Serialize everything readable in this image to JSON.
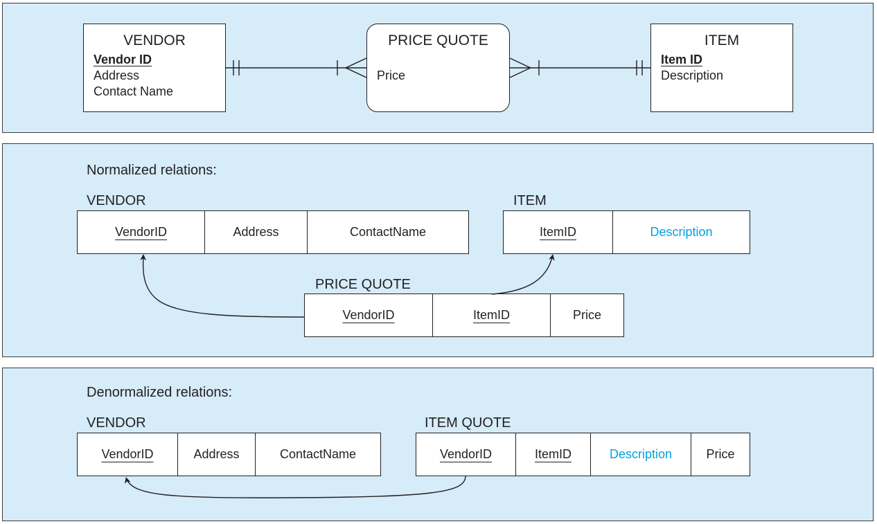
{
  "er_diagram": {
    "entities": {
      "vendor": {
        "name": "VENDOR",
        "attributes": [
          "Vendor ID",
          "Address",
          "Contact Name"
        ]
      },
      "price_quote": {
        "name": "PRICE QUOTE",
        "attributes": [
          "Price"
        ]
      },
      "item": {
        "name": "ITEM",
        "attributes": [
          "Item ID",
          "Description"
        ]
      }
    }
  },
  "normalized": {
    "label": "Normalized relations:",
    "vendor": {
      "name": "VENDOR",
      "attributes": [
        "VendorID",
        "Address",
        "ContactName"
      ]
    },
    "item": {
      "name": "ITEM",
      "attributes": [
        "ItemID",
        "Description"
      ]
    },
    "price_quote": {
      "name": "PRICE QUOTE",
      "attributes": [
        "VendorID",
        "ItemID",
        "Price"
      ]
    }
  },
  "denormalized": {
    "label": "Denormalized relations:",
    "vendor": {
      "name": "VENDOR",
      "attributes": [
        "VendorID",
        "Address",
        "ContactName"
      ]
    },
    "item_quote": {
      "name": "ITEM QUOTE",
      "attributes": [
        "VendorID",
        "ItemID",
        "Description",
        "Price"
      ]
    }
  },
  "colors": {
    "accent": "#00a3e0",
    "panel": "#d6ecf9",
    "line": "#231f20"
  }
}
